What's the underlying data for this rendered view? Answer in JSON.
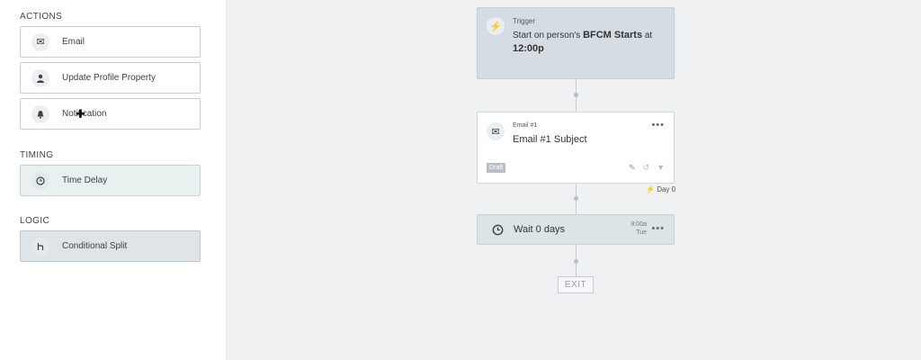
{
  "sidebar": {
    "actions_title": "ACTIONS",
    "actions": [
      {
        "label": "Email",
        "icon": "envelope-icon"
      },
      {
        "label": "Update Profile Property",
        "icon": "person-icon"
      },
      {
        "label": "Notification",
        "icon": "bell-icon"
      }
    ],
    "timing_title": "TIMING",
    "timing": [
      {
        "label": "Time Delay",
        "icon": "clock-icon"
      }
    ],
    "logic_title": "LOGIC",
    "logic": [
      {
        "label": "Conditional Split",
        "icon": "split-icon"
      }
    ]
  },
  "flow": {
    "trigger": {
      "label": "Trigger",
      "text_prefix": "Start on person's",
      "event": "BFCM Starts",
      "text_mid": "at",
      "time": "12:00p"
    },
    "email": {
      "label": "Email #1",
      "subject": "Email #1 Subject",
      "status": "Draft",
      "more": "•••"
    },
    "day_label": "Day 0",
    "wait": {
      "text": "Wait 0 days",
      "time": "8:00a",
      "day": "Tue",
      "more": "•••"
    },
    "exit": "EXIT"
  },
  "colors": {
    "trigger_bg": "#d6dde2",
    "wait_bg": "#dbe5e6",
    "accent": "#7aa4a0"
  }
}
